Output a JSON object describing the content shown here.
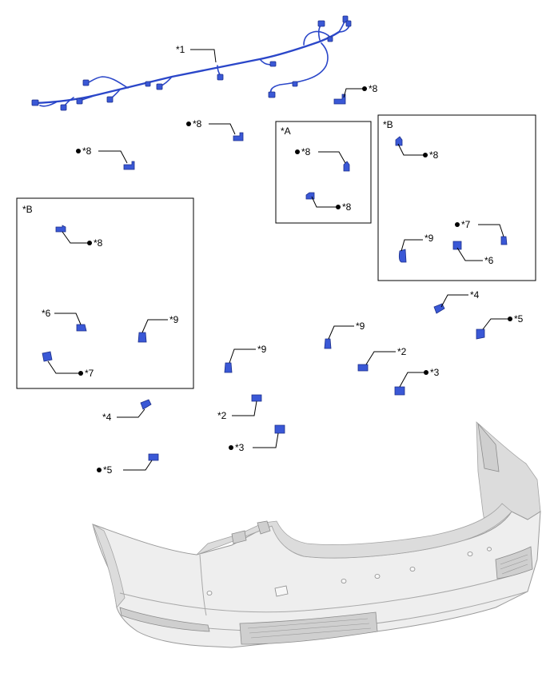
{
  "boxes": [
    {
      "id": "box-a",
      "label": "*A"
    },
    {
      "id": "box-b-right",
      "label": "*B"
    },
    {
      "id": "box-b-left",
      "label": "*B"
    }
  ],
  "callouts": [
    {
      "id": "c1",
      "label": "*1",
      "bullet": false
    },
    {
      "id": "c2",
      "label": "*8",
      "bullet": true
    },
    {
      "id": "c3",
      "label": "*8",
      "bullet": true
    },
    {
      "id": "c4",
      "label": "*8",
      "bullet": true
    },
    {
      "id": "c5",
      "label": "*8",
      "bullet": true
    },
    {
      "id": "c6",
      "label": "*8",
      "bullet": true
    },
    {
      "id": "c7",
      "label": "*8",
      "bullet": true
    },
    {
      "id": "c8",
      "label": "*9",
      "bullet": false
    },
    {
      "id": "c9",
      "label": "*7",
      "bullet": true
    },
    {
      "id": "c10",
      "label": "*6",
      "bullet": false
    },
    {
      "id": "c11",
      "label": "*8",
      "bullet": true
    },
    {
      "id": "c12",
      "label": "*6",
      "bullet": false
    },
    {
      "id": "c13",
      "label": "*9",
      "bullet": false
    },
    {
      "id": "c14",
      "label": "*7",
      "bullet": true
    },
    {
      "id": "c15",
      "label": "*4",
      "bullet": false
    },
    {
      "id": "c16",
      "label": "*5",
      "bullet": true
    },
    {
      "id": "c17",
      "label": "*9",
      "bullet": false
    },
    {
      "id": "c18",
      "label": "*2",
      "bullet": false
    },
    {
      "id": "c19",
      "label": "*3",
      "bullet": true
    },
    {
      "id": "c20",
      "label": "*9",
      "bullet": false
    },
    {
      "id": "c21",
      "label": "*4",
      "bullet": false
    },
    {
      "id": "c22",
      "label": "*2",
      "bullet": false
    },
    {
      "id": "c23",
      "label": "*3",
      "bullet": true
    },
    {
      "id": "c24",
      "label": "*5",
      "bullet": true
    }
  ]
}
